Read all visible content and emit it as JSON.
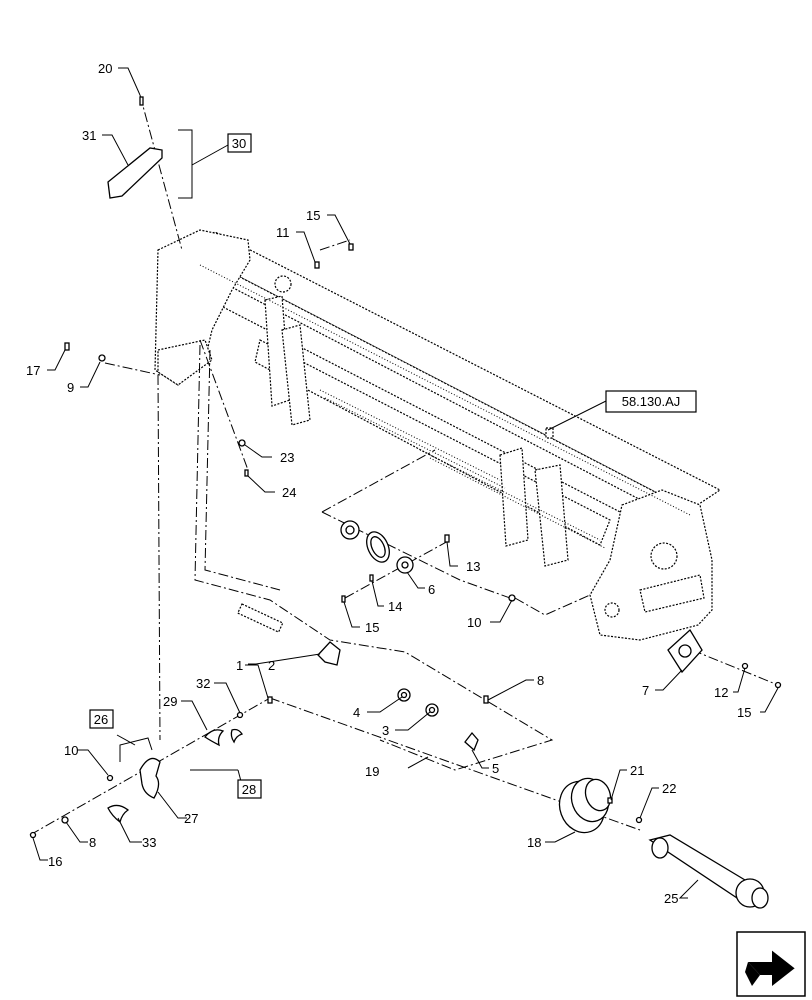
{
  "reference_label": "58.130.AJ",
  "group_labels": {
    "g30": "30",
    "g26": "26",
    "g28": "28"
  },
  "callouts": {
    "c1": "1",
    "c2": "2",
    "c3": "3",
    "c4": "4",
    "c5": "5",
    "c6": "6",
    "c7": "7",
    "c8a": "8",
    "c8b": "8",
    "c9": "9",
    "c10a": "10",
    "c10b": "10",
    "c11": "11",
    "c12": "12",
    "c13": "13",
    "c14": "14",
    "c15a": "15",
    "c15b": "15",
    "c15c": "15",
    "c16": "16",
    "c17": "17",
    "c18": "18",
    "c19": "19",
    "c20": "20",
    "c21": "21",
    "c22": "22",
    "c23": "23",
    "c24": "24",
    "c25": "25",
    "c27": "27",
    "c29": "29",
    "c31": "31",
    "c32": "32",
    "c33": "33"
  },
  "nav_icon": "next-page-arrow-icon"
}
